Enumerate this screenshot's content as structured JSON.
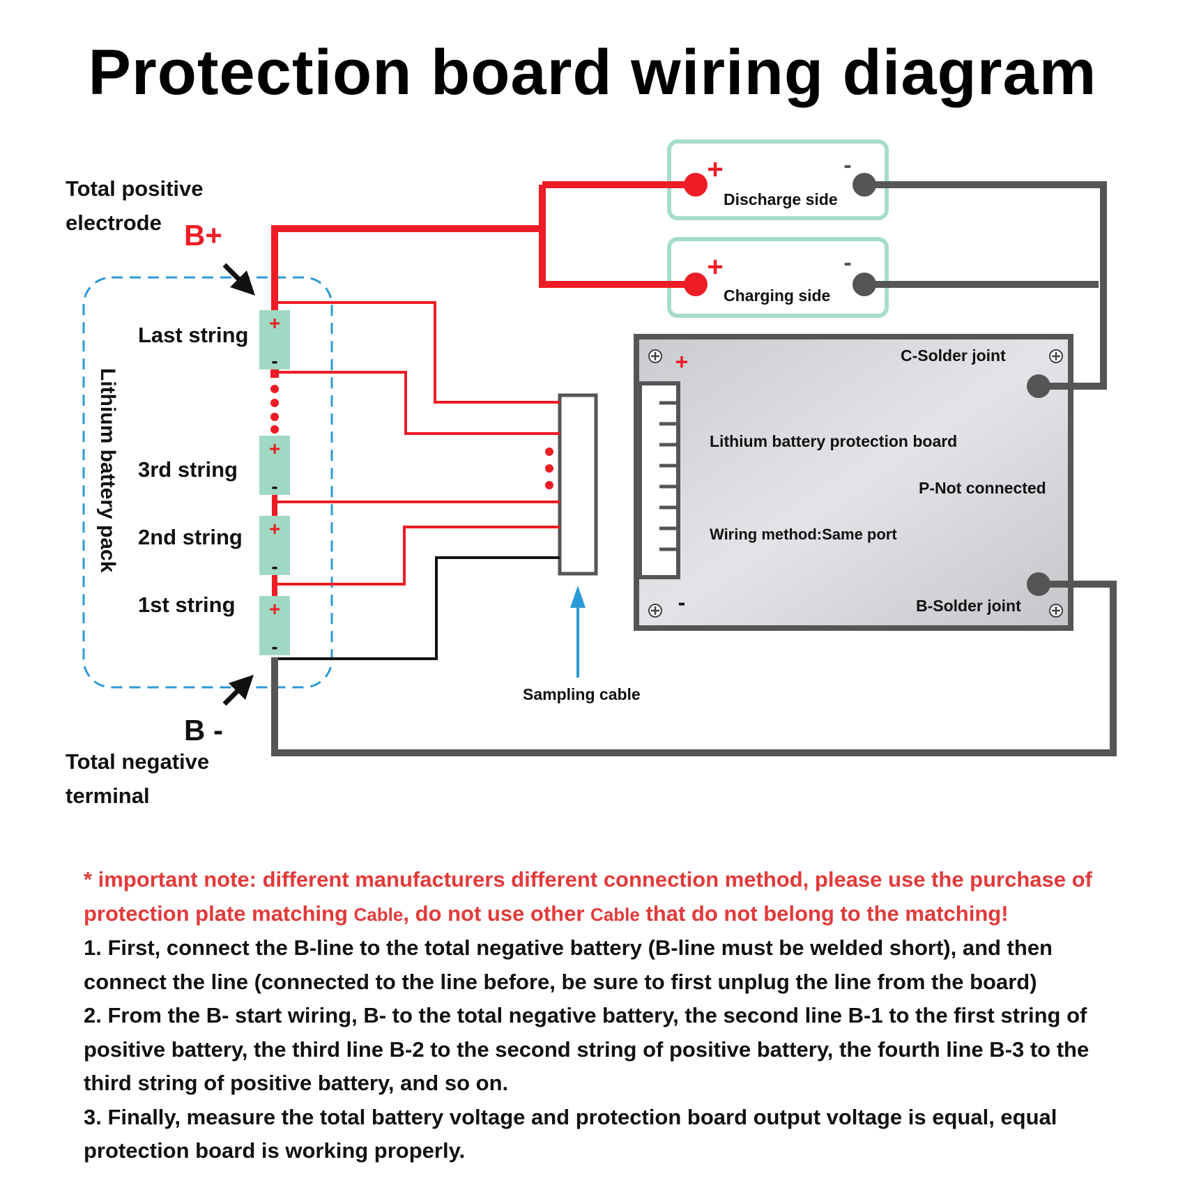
{
  "title": "Protection board wiring diagram",
  "labels": {
    "total_positive_1": "Total positive",
    "total_positive_2": "electrode",
    "b_plus": "B+",
    "b_minus": "B -",
    "total_negative_1": "Total negative",
    "total_negative_2": "terminal",
    "pack": "Lithium battery pack",
    "last_string": "Last string",
    "third_string": "3rd string",
    "second_string": "2nd string",
    "first_string": "1st string",
    "discharge_side": "Discharge side",
    "charging_side": "Charging side",
    "c_solder": "C-Solder joint",
    "board": "Lithium battery protection board",
    "p_not_connected": "P-Not connected",
    "wiring_method": "Wiring method:Same port",
    "b_solder": "B-Solder joint",
    "sampling_cable": "Sampling cable",
    "plus": "+",
    "minus": "-"
  },
  "notes": {
    "warning_a": "* important note: different manufacturers different connection method, please use the purchase of protection plate matching",
    "warning_cable_1": "Cable",
    "warning_b": ", do not use other",
    "warning_cable_2": "Cable",
    "warning_c": "that do not belong to the matching!",
    "step1": "1. First, connect the B-line to the total negative battery (B-line must be welded short), and then connect the line (connected to the line before, be sure to first unplug the line from the board)",
    "step2": "2. From the B- start wiring, B- to the total negative battery, the second line B-1 to the first string of positive battery, the third line B-2 to the second string of positive battery, the fourth line B-3 to the third string of positive battery, and so on.",
    "step3": "3. Finally, measure the total battery voltage and protection board output voltage is equal, equal protection board is working properly."
  },
  "colors": {
    "red_wire": "#ee1c24",
    "grey_wire": "#555555",
    "pack_dash": "#2b9ad6",
    "port_box": "#a6dccb",
    "cell": "#9fd9c3",
    "board_fill": "#d3d5d9",
    "warning_text": "#e23a3a"
  }
}
